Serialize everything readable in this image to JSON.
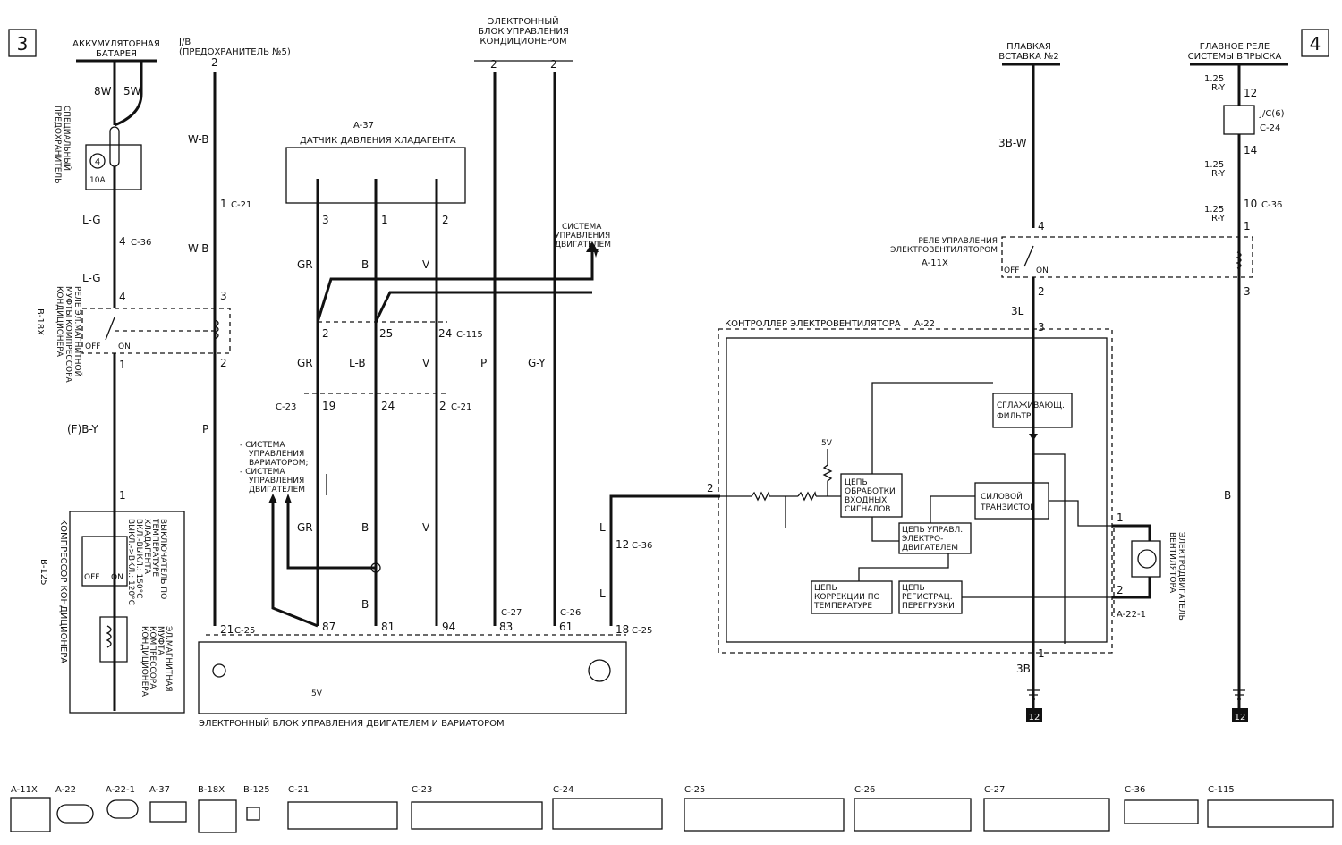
{
  "page_tabs": {
    "left": "3",
    "right": "4"
  },
  "top_labels": {
    "battery": [
      "АККУМУЛЯТОРНАЯ",
      "БАТАРЕЯ"
    ],
    "jb": [
      "J/B",
      "(ПРЕДОХРАНИТЕЛЬ №5)"
    ],
    "ac_ecu": [
      "ЭЛЕКТРОННЫЙ",
      "БЛОК УПРАВЛЕНИЯ",
      "КОНДИЦИОНЕРОМ"
    ],
    "fusible_link": [
      "ПЛАВКАЯ",
      "ВСТАВКА №2"
    ],
    "main_relay": [
      "ГЛАВНОЕ РЕЛЕ",
      "СИСТЕМЫ ВПРЫСКА"
    ]
  },
  "wire_colors": {
    "w8": "8W",
    "w5": "5W",
    "lg1": "L-G",
    "lg2": "L-G",
    "wb1": "W-B",
    "wb2": "W-B",
    "gr1": "GR",
    "b1": "B",
    "v1": "V",
    "gr2": "GR",
    "lb": "L-B",
    "v2": "V",
    "p1": "P",
    "gy": "G-Y",
    "fby": "(F)B-Y",
    "p2": "P",
    "gr3": "GR",
    "b2": "B",
    "v3": "V",
    "b3": "B",
    "l1": "L",
    "l2": "L",
    "w3b": "3B-W",
    "l3": "3L",
    "b3b": "3B",
    "ry1a": "1.25",
    "ry1b": "R-Y",
    "ry2a": "1.25",
    "ry2b": "R-Y",
    "ry3a": "1.25",
    "ry3b": "R-Y",
    "b4": "B"
  },
  "connectors": {
    "c21": "C-21",
    "c36": "C-36",
    "c115": "C-115",
    "c23": "C-23",
    "c21b": "C-21",
    "c27": "C-27",
    "c26": "C-26",
    "c25": "C-25",
    "c25b": "C-25",
    "c36b": "C-36",
    "a37": "A-37",
    "b18x": "B-18X",
    "b125": "B-125",
    "a11x": "A-11X",
    "a22": "A-22",
    "a221": "A-22-1",
    "c24": "C-24",
    "c36c": "C-36",
    "jc6": "J/C(6)"
  },
  "components": {
    "fuse": [
      "СПЕЦИАЛЬНЫЙ",
      "ПРЕДОХРАНИТЕЛЬ"
    ],
    "fuse_no": "4",
    "fuse_amp": "10A",
    "sensor": "ДАТЧИК ДАВЛЕНИЯ ХЛАДАГЕНТА",
    "engine_sys": [
      "СИСТЕМА",
      "УПРАВЛЕНИЯ",
      "ДВИГАТЕЛЕМ"
    ],
    "ac_relay": [
      "РЕЛЕ ЭЛ.МАГНИТНОЙ",
      "МУФТЫ КОМПРЕССОРА",
      "КОНДИЦИОНЕРА"
    ],
    "cvt_sys": [
      "- СИСТЕМА",
      "УПРАВЛЕНИЯ",
      "ВАРИАТОРОМ;",
      "- СИСТЕМА",
      "УПРАВЛЕНИЯ",
      "ДВИГАТЕЛЕМ"
    ],
    "compressor": "КОМПРЕССОР КОНДИЦИОНЕРА",
    "temp_switch": [
      "ВЫКЛЮЧАТЕЛЬ ПО",
      "ТЕМПЕРАТУРЕ",
      "ХЛАДАГЕНТА",
      "ВКЛ.-ВЫКЛ.: 150°C",
      "ВЫКЛ.->ВКЛ.: 120°C"
    ],
    "clutch": [
      "ЭЛ.МАГНИТНАЯ",
      "МУФТА",
      "КОМПРЕССОРА",
      "КОНДИЦИОНЕРА"
    ],
    "engine_ecu": "ЭЛЕКТРОННЫЙ БЛОК УПРАВЛЕНИЯ ДВИГАТЕЛЕМ И ВАРИАТОРОМ",
    "fan_relay": [
      "РЕЛЕ УПРАВЛЕНИЯ",
      "ЭЛЕКТРОВЕНТИЛЯТОРОМ"
    ],
    "fan_controller": "КОНТРОЛЛЕР ЭЛЕКТРОВЕНТИЛЯТОРА",
    "filter": [
      "СГЛАЖИВАЮЩ.",
      "ФИЛЬТР"
    ],
    "input_proc": [
      "ЦЕПЬ",
      "ОБРАБОТКИ",
      "ВХОДНЫХ",
      "СИГНАЛОВ"
    ],
    "power_tr": [
      "СИЛОВОЙ",
      "ТРАНЗИСТОР"
    ],
    "motor_ctrl": [
      "ЦЕПЬ УПРАВЛ.",
      "ЭЛЕКТРО-",
      "ДВИГАТЕЛЕМ"
    ],
    "temp_corr": [
      "ЦЕПЬ",
      "КОРРЕКЦИИ ПО",
      "ТЕМПЕРАТУРЕ"
    ],
    "overload": [
      "ЦЕПЬ",
      "РЕГИСТРАЦ.",
      "ПЕРЕГРУЗКИ"
    ],
    "fan_motor": [
      "ЭЛЕКТРОДВИГАТЕЛЬ",
      "ВЕНТИЛЯТОРА"
    ],
    "off": "OFF",
    "on": "ON",
    "v5": "5V",
    "v5b": "5V",
    "ground": "12"
  },
  "connector_legend": [
    "A-11X",
    "A-22",
    "A-22-1",
    "A-37",
    "B-18X",
    "B-125",
    "C-21",
    "C-23",
    "C-24",
    "C-25",
    "C-26",
    "C-27",
    "C-36",
    "C-115"
  ]
}
